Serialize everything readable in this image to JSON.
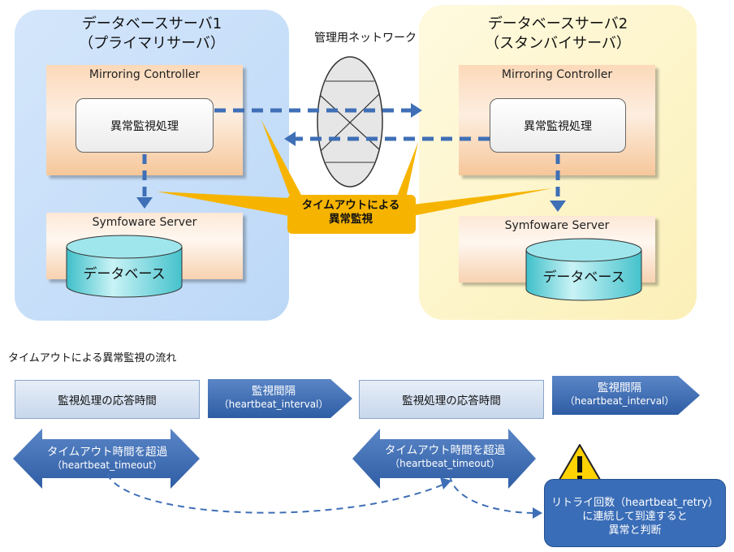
{
  "server1": {
    "title_line1": "データベースサーバ1",
    "title_line2": "（プライマリサーバ）",
    "mc_label": "Mirroring Controller",
    "process_label": "異常監視処理",
    "sym_label": "Symfoware Server",
    "db_label": "データベース"
  },
  "server2": {
    "title_line1": "データベースサーバ2",
    "title_line2": "（スタンバイサーバ）",
    "mc_label": "Mirroring Controller",
    "process_label": "異常監視処理",
    "sym_label": "Symfoware Server",
    "db_label": "データベース"
  },
  "network_label": "管理用ネットワーク",
  "callout": {
    "line1": "タイムアウトによる",
    "line2": "異常監視"
  },
  "flow": {
    "title": "タイムアウトによる異常監視の流れ",
    "response_time_1": "監視処理の応答時間",
    "interval_1_line1": "監視間隔",
    "interval_1_line2": "（heartbeat_interval）",
    "response_time_2": "監視処理の応答時間",
    "interval_2_line1": "監視間隔",
    "interval_2_line2": "（heartbeat_interval）",
    "timeout_1_line1": "タイムアウト時間を超過",
    "timeout_1_line2": "（heartbeat_timeout）",
    "timeout_2_line1": "タイムアウト時間を超過",
    "timeout_2_line2": "（heartbeat_timeout）",
    "retry_line1": "リトライ回数（heartbeat_retry）",
    "retry_line2": "に連続して到達すると",
    "retry_line3": "異常と判断"
  },
  "colors": {
    "server1_bg": "#c5ddf8",
    "server2_bg": "#fdf4c8",
    "dashed_arrow": "#3f6fb6",
    "callout": "#f6b400",
    "flow_arrow": "#3b6bb3",
    "db_cylinder": "#6ad0d8"
  }
}
